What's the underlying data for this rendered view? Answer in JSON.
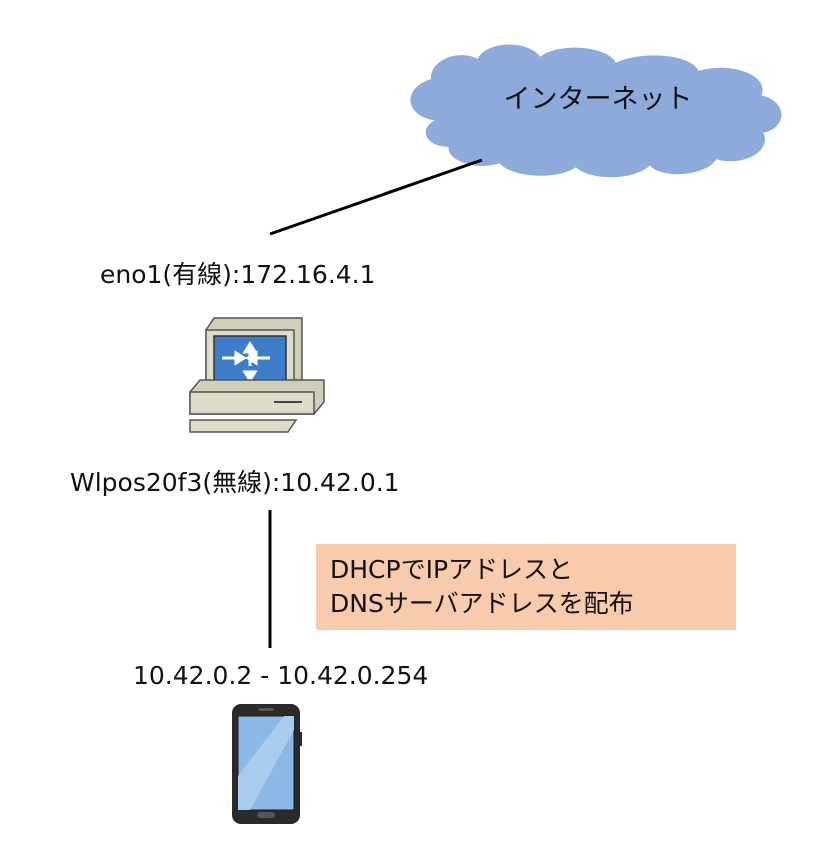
{
  "cloud": {
    "label": "インターネット",
    "color": "#8eaadb"
  },
  "router": {
    "wired_label": "eno1(有線):172.16.4.1",
    "wireless_label": "Wlpos20f3(無線):10.42.0.1",
    "screen_color": "#3d7dca",
    "body_color": "#dcdcc8"
  },
  "note": {
    "line1": "DHCPでIPアドレスと",
    "line2": "DNSサーバアドレスを配布",
    "color": "#f8cbad"
  },
  "client": {
    "range_label": "10.42.0.2 - 10.42.0.254",
    "screen_color": "#8ab9e6"
  }
}
